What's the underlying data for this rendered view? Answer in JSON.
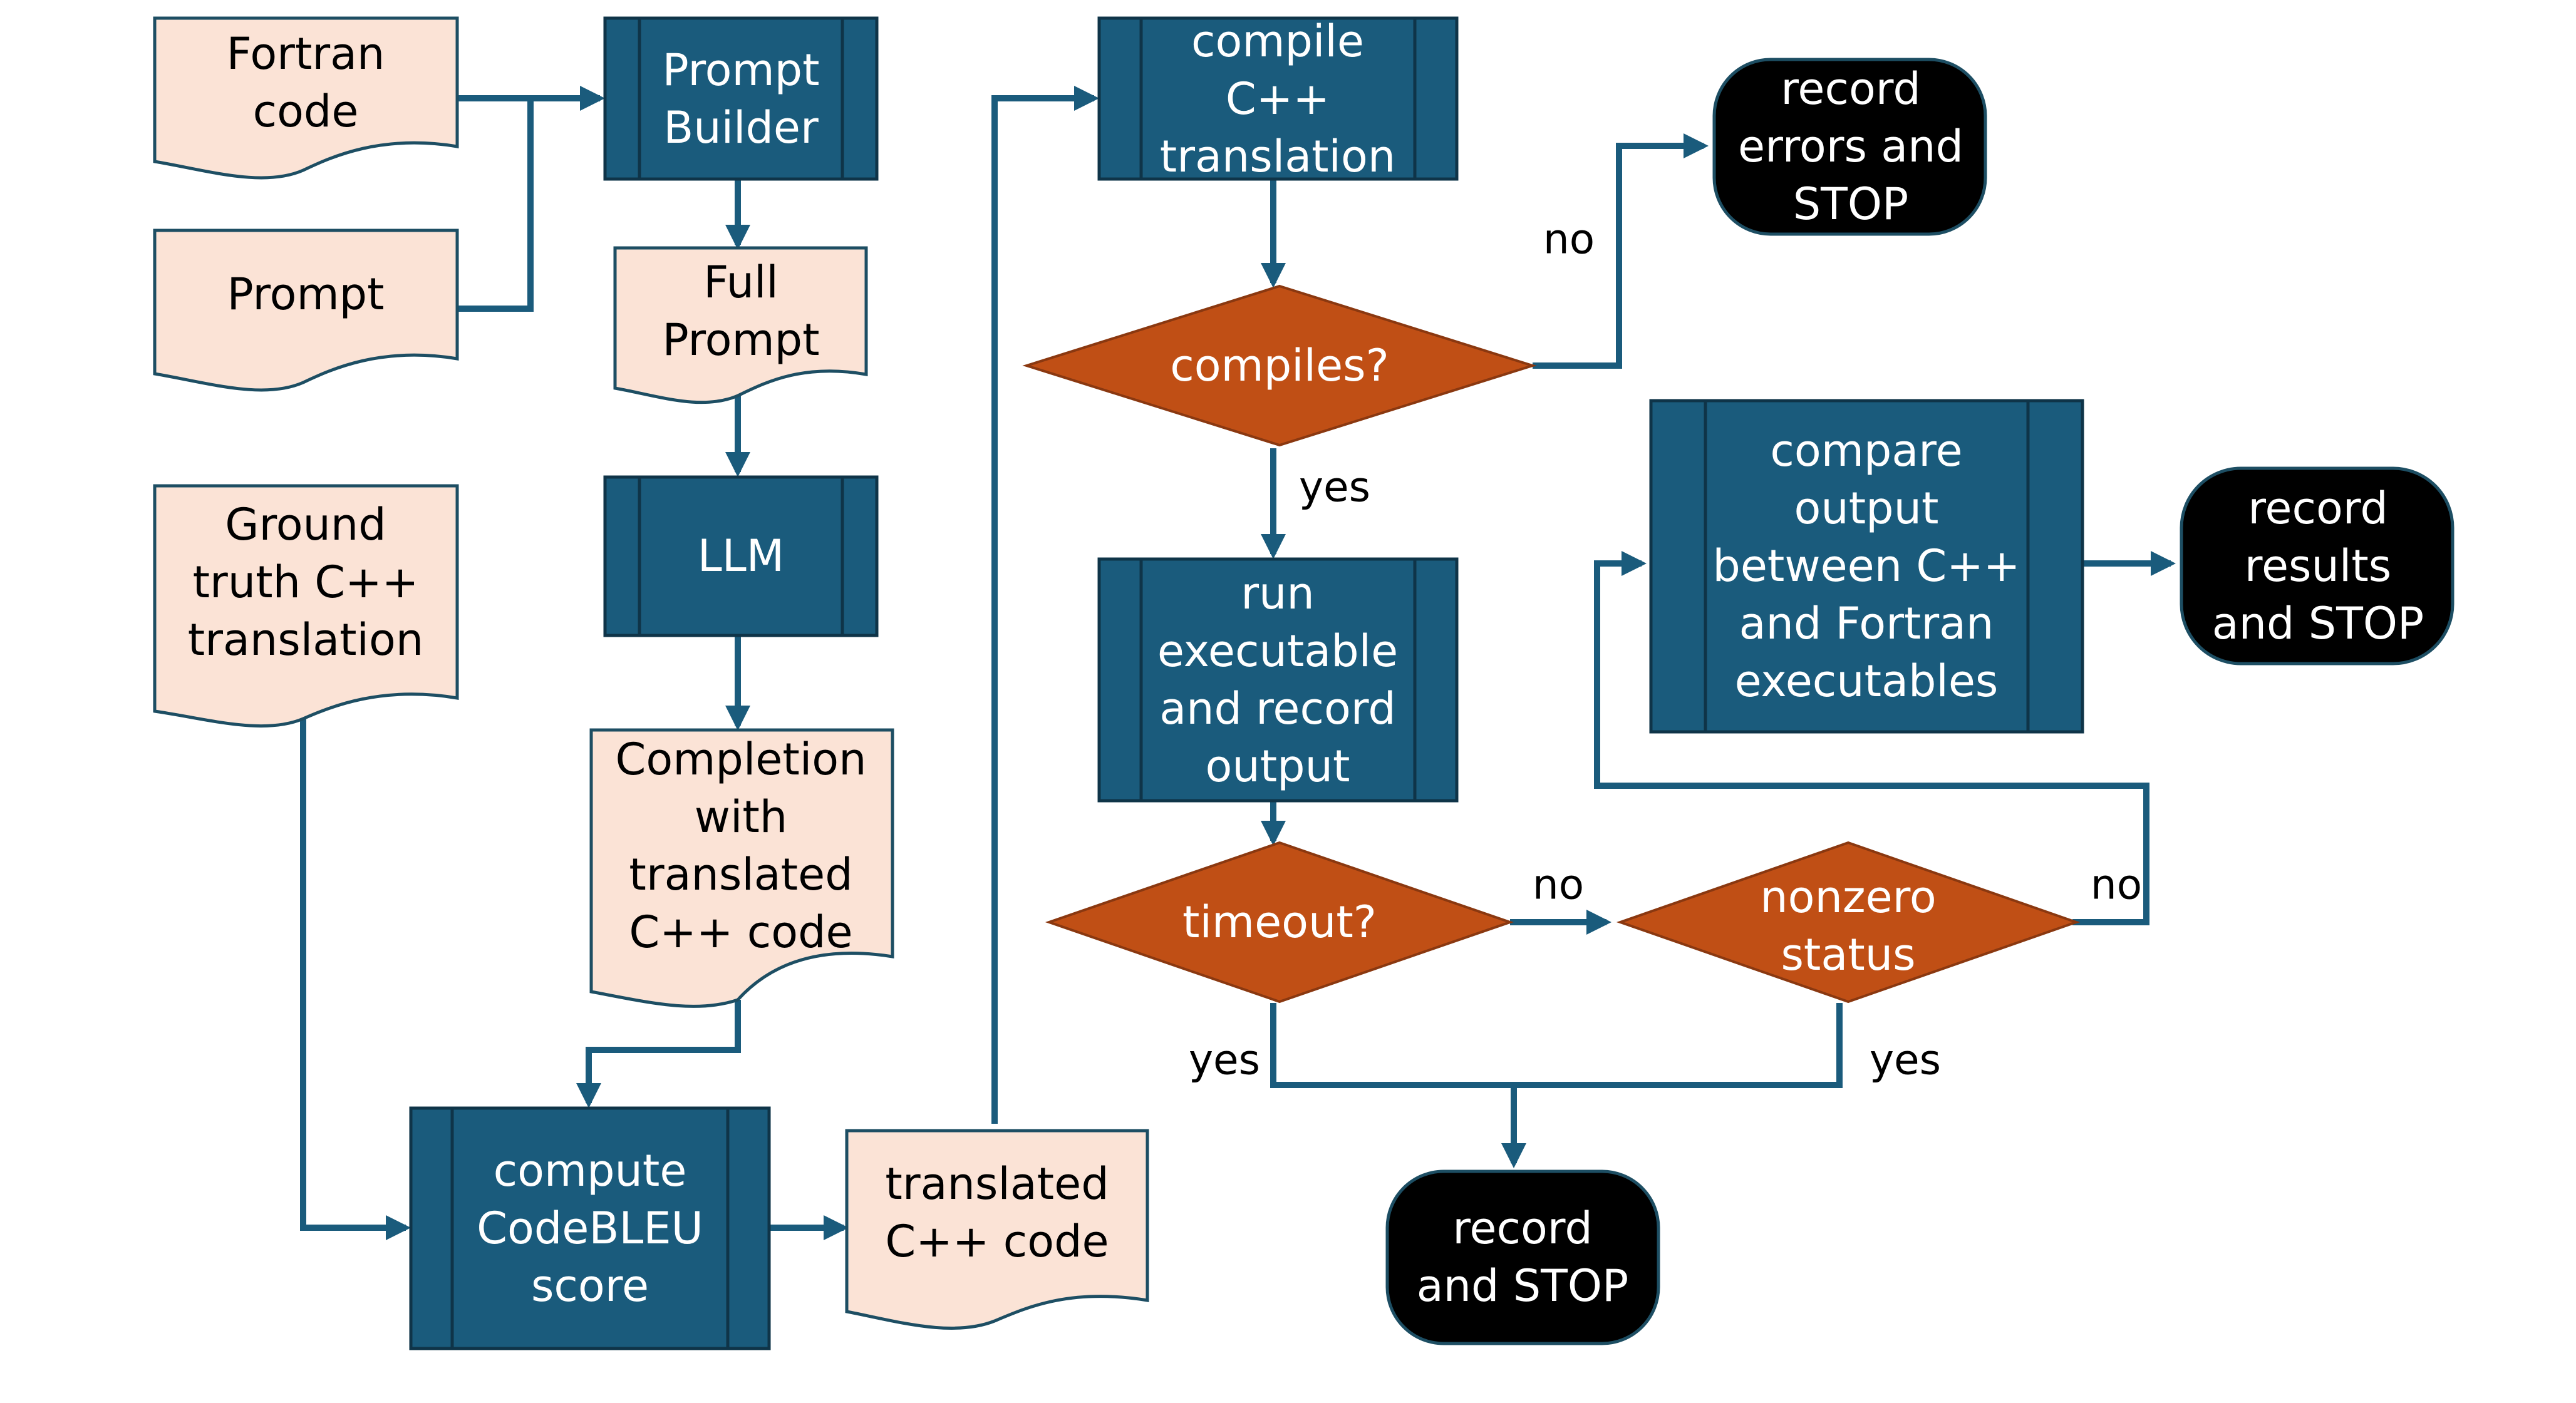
{
  "nodes": {
    "fortran_code": {
      "lines": [
        "Fortran",
        "code"
      ]
    },
    "prompt": {
      "lines": [
        "Prompt"
      ]
    },
    "prompt_builder": {
      "lines": [
        "Prompt",
        "Builder"
      ]
    },
    "full_prompt": {
      "lines": [
        "Full",
        "Prompt"
      ]
    },
    "llm": {
      "lines": [
        "LLM"
      ]
    },
    "completion": {
      "lines": [
        "Completion",
        "with",
        "translated",
        "C++ code"
      ]
    },
    "ground_truth": {
      "lines": [
        "Ground",
        "truth C++",
        "translation"
      ]
    },
    "codebleu": {
      "lines": [
        "compute",
        "CodeBLEU",
        "score"
      ]
    },
    "translated_code": {
      "lines": [
        "translated",
        "C++ code"
      ]
    },
    "compile": {
      "lines": [
        "compile",
        "C++",
        "translation"
      ]
    },
    "compiles": {
      "lines": [
        "compiles?"
      ]
    },
    "record_errors": {
      "lines": [
        "record",
        "errors and",
        "STOP"
      ]
    },
    "run_exec": {
      "lines": [
        "run",
        "executable",
        "and record",
        "output"
      ]
    },
    "timeout": {
      "lines": [
        "timeout?"
      ]
    },
    "nonzero": {
      "lines": [
        "nonzero",
        "status"
      ]
    },
    "compare": {
      "lines": [
        "compare",
        "output",
        "between C++",
        "and Fortran",
        "executables"
      ]
    },
    "record_results": {
      "lines": [
        "record",
        "results",
        "and STOP"
      ]
    },
    "record_stop": {
      "lines": [
        "record",
        "and STOP"
      ]
    }
  },
  "edge_labels": {
    "compiles_no": "no",
    "compiles_yes": "yes",
    "timeout_no": "no",
    "timeout_yes": "yes",
    "nonzero_no": "no",
    "nonzero_yes": "yes"
  },
  "colors": {
    "document_fill": "#fbe3d6",
    "process_fill": "#1a5b7c",
    "decision_fill": "#c04f15",
    "terminator_fill": "#000000",
    "connector": "#1a5b7c"
  }
}
